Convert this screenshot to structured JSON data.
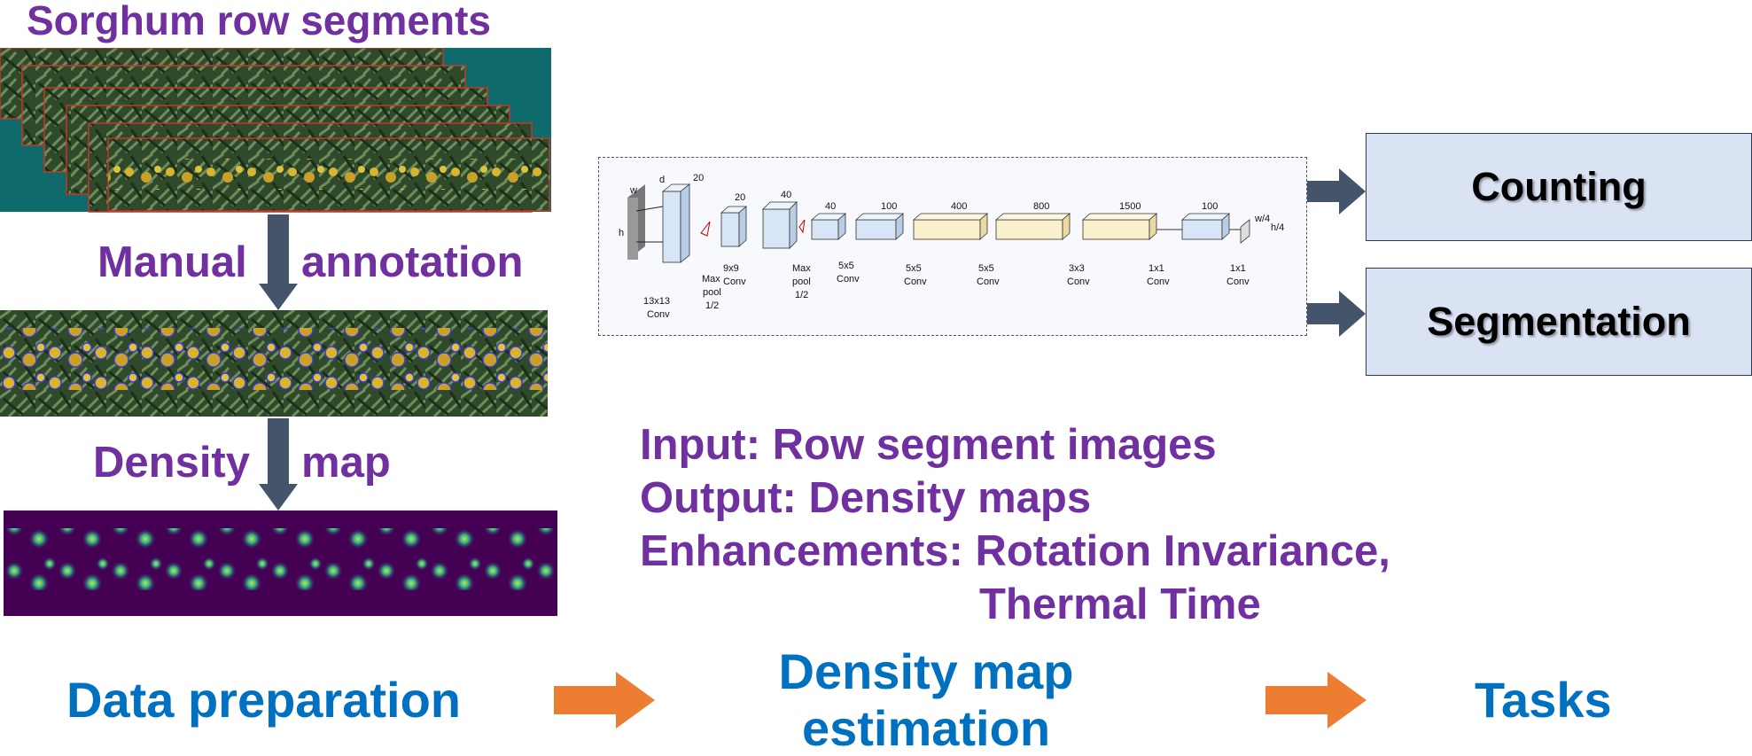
{
  "data_prep": {
    "title": "Sorghum row segments",
    "annotation_left": "Manual",
    "annotation_right": "annotation",
    "density_left": "Density",
    "density_right": "map"
  },
  "network": {
    "input_labels": {
      "w": "w",
      "d": "d",
      "h": "h"
    },
    "channels": [
      "20",
      "20",
      "40",
      "40",
      "100",
      "400",
      "800",
      "1500",
      "100"
    ],
    "output_labels": {
      "w4": "w/4",
      "h4": "h/4"
    },
    "layers": [
      {
        "line1": "13x13",
        "line2": "Conv"
      },
      {
        "line1": "Max",
        "line2": "pool",
        "line3": "1/2"
      },
      {
        "line1": "9x9",
        "line2": "Conv"
      },
      {
        "line1": "Max",
        "line2": "pool",
        "line3": "1/2"
      },
      {
        "line1": "5x5",
        "line2": "Conv"
      },
      {
        "line1": "5x5",
        "line2": "Conv"
      },
      {
        "line1": "5x5",
        "line2": "Conv"
      },
      {
        "line1": "3x3",
        "line2": "Conv"
      },
      {
        "line1": "1x1",
        "line2": "Conv"
      },
      {
        "line1": "1x1",
        "line2": "Conv"
      }
    ]
  },
  "tasks": {
    "counting": "Counting",
    "segmentation": "Segmentation"
  },
  "io": {
    "input": "Input: Row segment images",
    "output": "Output: Density maps",
    "enhancements": "Enhancements: Rotation Invariance,",
    "enhancements_cont": "Thermal Time"
  },
  "stages": {
    "data_preparation": "Data preparation",
    "density_line1": "Density map",
    "density_line2": "estimation",
    "tasks": "Tasks"
  },
  "colors": {
    "purple": "#7030a0",
    "blue": "#0070c0",
    "arrow_dark": "#44546a",
    "arrow_orange": "#ed7d31",
    "task_fill": "#dae3f3"
  }
}
